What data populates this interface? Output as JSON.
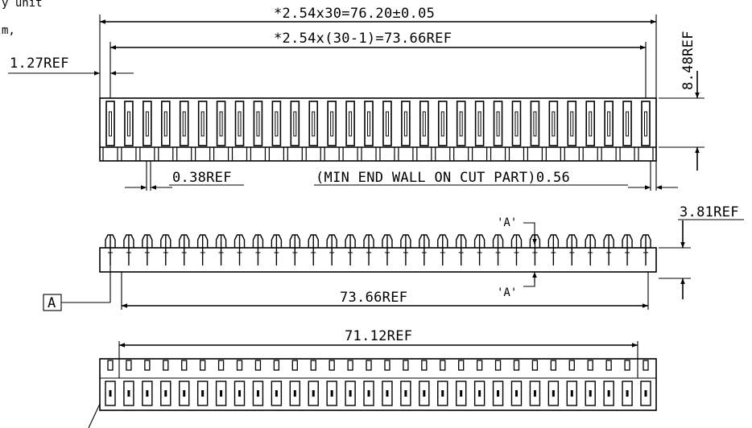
{
  "corner_notes": [
    "y unit",
    "m,"
  ],
  "top_view": {
    "overall_dim": "*2.54x30=76.20±0.05",
    "pitch_dim": "*2.54x(30-1)=73.66REF",
    "offset_dim": "1.27REF",
    "height_dim": "8.48REF",
    "gap_dim": "0.38REF",
    "end_wall_dim": "(MIN END WALL ON CUT PART)0.56",
    "pin_count": 30
  },
  "side_view": {
    "height_dim": "3.81REF",
    "section_top_label": "'A'",
    "section_bottom_label": "'A'",
    "datum_label": "A",
    "length_dim": "73.66REF",
    "pin_count": 30
  },
  "bottom_view": {
    "length_dim": "71.12REF",
    "pin_count": 30
  }
}
